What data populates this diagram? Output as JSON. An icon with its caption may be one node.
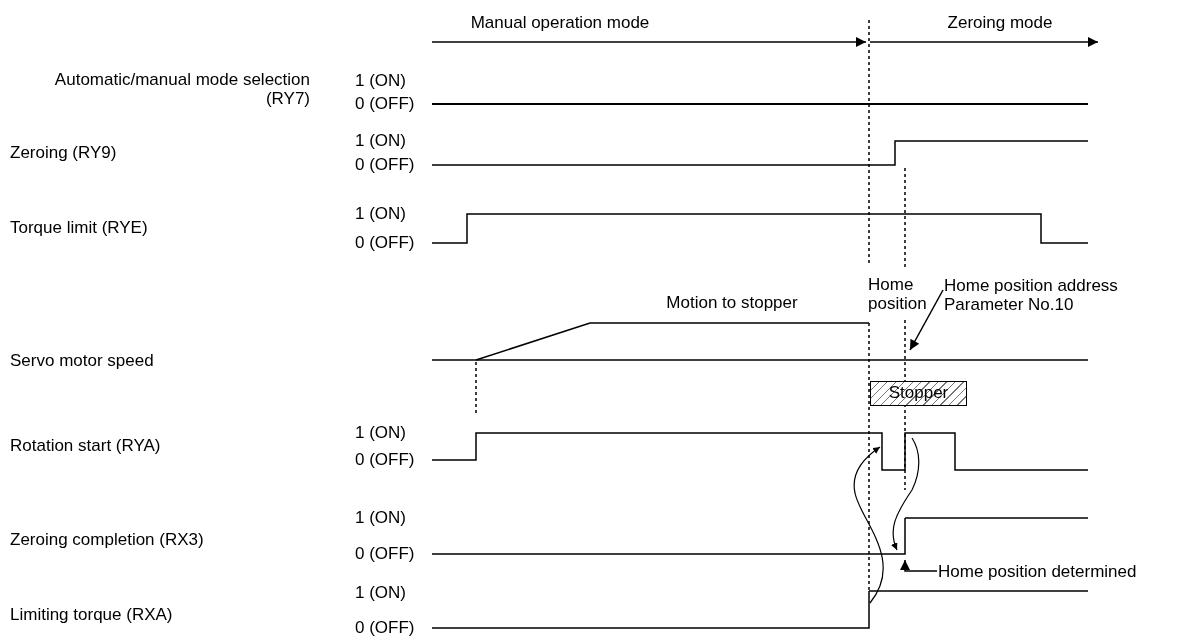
{
  "diagram": {
    "nodes": [
      {
        "text": [
          "Stopper"
        ]
      },
      {
        "text": [
          "Home position address Parameter No.10"
        ]
      },
      {
        "text": [
          "Home position determined"
        ]
      }
    ],
    "edges": [
      {
        "from": 1,
        "to": null,
        "arrow": "to"
      },
      {
        "from": 2,
        "to": null,
        "arrow": "to"
      }
    ],
    "labels": [
      "Manual operation mode",
      "Zeroing mode",
      "Automatic/manual mode selection (RY7)",
      "1 (ON)",
      "0 (OFF)",
      "Zeroing (RY9)",
      "1 (ON)",
      "0 (OFF)",
      "Torque limit (RYE)",
      "1 (ON)",
      "0 (OFF)",
      "Home position",
      "Motion to stopper",
      "Servo motor speed",
      "Rotation start (RYA)",
      "1 (ON)",
      "0 (OFF)",
      "Zeroing completion (RX3)",
      "1 (ON)",
      "0 (OFF)",
      "Limiting torque (RXA)",
      "1 (ON)",
      "0 (OFF)"
    ]
  }
}
